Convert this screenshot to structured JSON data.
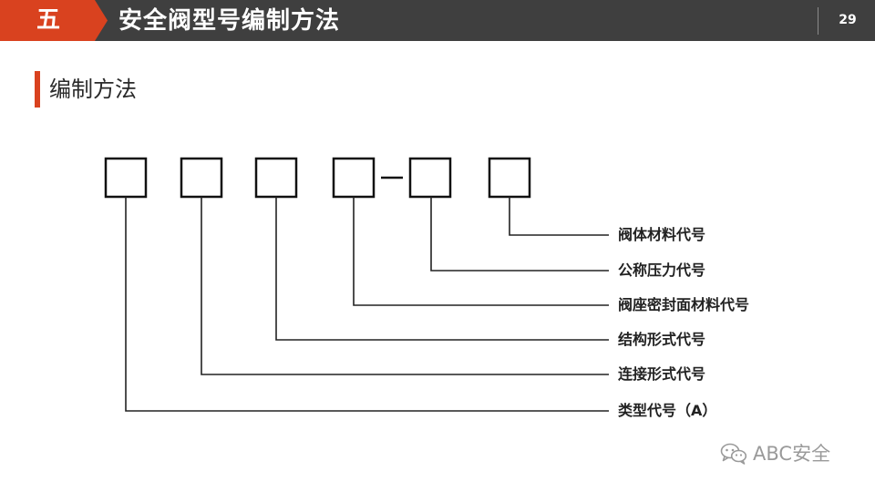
{
  "header": {
    "chapter_number": "五",
    "title": "安全阀型号编制方法",
    "page_number": "29"
  },
  "section": {
    "title": "编制方法"
  },
  "diagram": {
    "separator": "—",
    "labels": {
      "body_material": "阀体材料代号",
      "nominal_pressure": "公称压力代号",
      "seat_material": "阀座密封面材料代号",
      "structure_form": "结构形式代号",
      "connection_form": "连接形式代号",
      "type_code": "类型代号（A）"
    }
  },
  "watermark": {
    "text": "ABC安全",
    "icon": "wechat-icon"
  }
}
